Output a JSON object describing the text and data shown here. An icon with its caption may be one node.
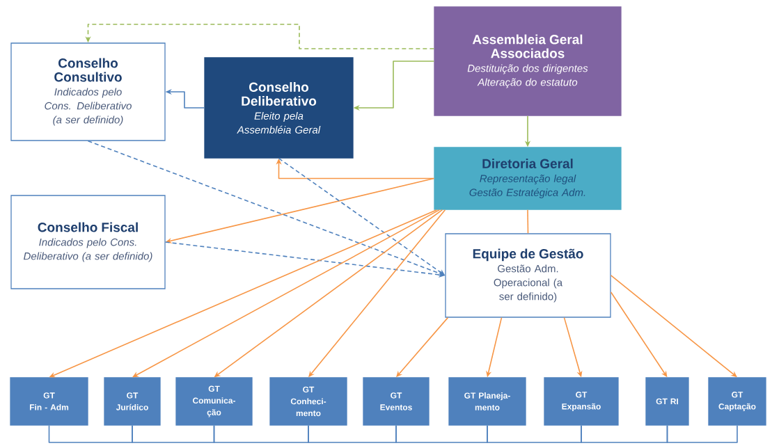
{
  "diagram": {
    "nodes": [
      {
        "text": [
          "Conselho Consultivo",
          "Indicados pelo Cons. Deliberativo (a ser definido)"
        ]
      },
      {
        "text": [
          "Conselho Deliberativo",
          "Eleito pela Assembléia Geral"
        ]
      },
      {
        "text": [
          "Assembleia Geral Associados",
          "Destituição dos dirigentes Alteração do estatuto"
        ]
      },
      {
        "text": [
          "Diretoria Geral",
          "Representação legal Gestão Estratégica Adm."
        ]
      },
      {
        "text": [
          "Conselho Fiscal",
          "Indicados pelo Cons. Deliberativo (a ser definido)"
        ]
      },
      {
        "text": [
          "Equipe de Gestão",
          "Gestão Adm. Operacional (a ser definido)"
        ]
      },
      {
        "text": [
          "GT",
          "Fin - Adm"
        ]
      },
      {
        "text": [
          "GT",
          "Jurídico"
        ]
      },
      {
        "text": [
          "GT",
          "Comunica- ção"
        ]
      },
      {
        "text": [
          "GT",
          "Conheci- mento"
        ]
      },
      {
        "text": [
          "GT",
          "Eventos"
        ]
      },
      {
        "text": [
          "GT Planeja- mento"
        ]
      },
      {
        "text": [
          "GT",
          "Expansão"
        ]
      },
      {
        "text": [
          "GT RI"
        ]
      },
      {
        "text": [
          "GT",
          "Captação"
        ]
      }
    ],
    "edges": [
      {
        "from": 2,
        "to": 0,
        "arrow": "to",
        "style": "dashed",
        "color": "#9bbb59"
      },
      {
        "from": 2,
        "to": 1,
        "arrow": "to",
        "color": "#9bbb59"
      },
      {
        "from": 1,
        "to": 0,
        "arrow": "to",
        "color": "#4f81bd"
      },
      {
        "from": 2,
        "to": 3,
        "arrow": "to",
        "color": "#9bbb59"
      },
      {
        "from": 3,
        "to": 1,
        "arrow": "to",
        "color": "#f79646"
      },
      {
        "from": 3,
        "to": 4,
        "arrow": "to",
        "color": "#f79646"
      },
      {
        "from": 0,
        "to": 5,
        "arrow": "to",
        "style": "dashed",
        "color": "#4f81bd"
      },
      {
        "from": 1,
        "to": 5,
        "arrow": "to",
        "style": "dashed",
        "color": "#4f81bd"
      },
      {
        "from": 4,
        "to": 5,
        "arrow": "to",
        "style": "dashed",
        "color": "#4f81bd"
      },
      {
        "from": 3,
        "to": 5,
        "arrow": "none",
        "color": "#f79646"
      },
      {
        "from": 3,
        "to": 6,
        "arrow": "to",
        "color": "#f79646"
      },
      {
        "from": 3,
        "to": 7,
        "arrow": "to",
        "color": "#f79646"
      },
      {
        "from": 3,
        "to": 8,
        "arrow": "to",
        "color": "#f79646"
      },
      {
        "from": 3,
        "to": 9,
        "arrow": "to",
        "color": "#f79646"
      },
      {
        "from": 5,
        "to": 10,
        "arrow": "to",
        "color": "#f79646"
      },
      {
        "from": 5,
        "to": 11,
        "arrow": "to",
        "color": "#f79646"
      },
      {
        "from": 5,
        "to": 12,
        "arrow": "to",
        "color": "#f79646"
      },
      {
        "from": 5,
        "to": 13,
        "arrow": "to",
        "color": "#f79646"
      },
      {
        "from": 5,
        "to": 14,
        "arrow": "to",
        "color": "#f79646"
      },
      {
        "from": 6,
        "to": 7,
        "arrow": "none",
        "color": "#4f81bd"
      },
      {
        "from": 7,
        "to": 8,
        "arrow": "none",
        "color": "#4f81bd"
      },
      {
        "from": 8,
        "to": 9,
        "arrow": "none",
        "color": "#4f81bd"
      },
      {
        "from": 9,
        "to": 10,
        "arrow": "none",
        "color": "#4f81bd"
      },
      {
        "from": 10,
        "to": 11,
        "arrow": "none",
        "color": "#4f81bd"
      },
      {
        "from": 11,
        "to": 12,
        "arrow": "none",
        "color": "#4f81bd"
      },
      {
        "from": 12,
        "to": 13,
        "arrow": "none",
        "color": "#4f81bd"
      },
      {
        "from": 13,
        "to": 14,
        "arrow": "none",
        "color": "#4f81bd"
      }
    ]
  }
}
